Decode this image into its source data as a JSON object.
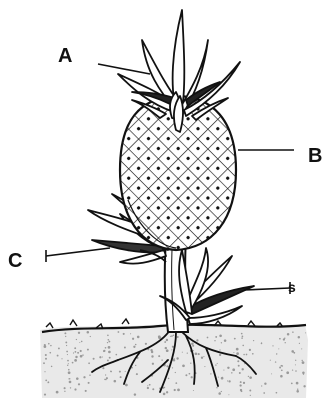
{
  "diagram": {
    "labels": {
      "a": "A",
      "b": "B",
      "c": "C",
      "d": "s"
    },
    "colors": {
      "ink": "#111111",
      "paper": "#ffffff",
      "soil": "#9a9a9a"
    }
  }
}
